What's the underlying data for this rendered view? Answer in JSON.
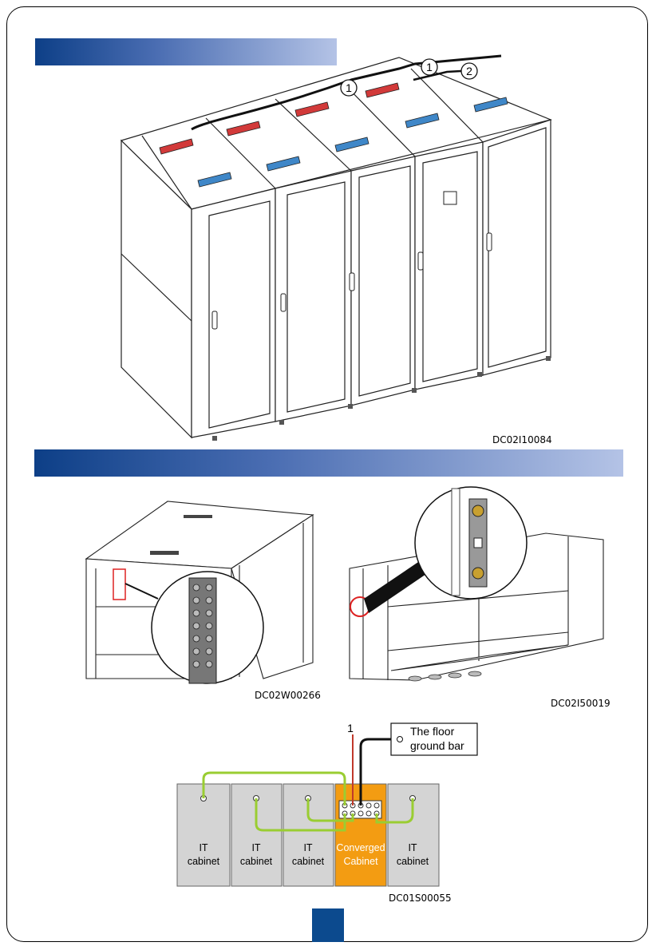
{
  "figures": {
    "top": {
      "code": "DC02I10084",
      "callouts": [
        "1",
        "1",
        "2"
      ]
    },
    "left": {
      "code": "DC02W00266"
    },
    "right": {
      "code": "DC02I50019"
    },
    "bottom": {
      "code": "DC01S00055",
      "callout": "1",
      "ground_bar_label_line1": "The floor",
      "ground_bar_label_line2": "ground bar",
      "cabinets": [
        {
          "line1": "IT",
          "line2": "cabinet"
        },
        {
          "line1": "IT",
          "line2": "cabinet"
        },
        {
          "line1": "IT",
          "line2": "cabinet"
        },
        {
          "line1": "Converged",
          "line2": "Cabinet"
        },
        {
          "line1": "IT",
          "line2": "cabinet"
        }
      ]
    }
  },
  "colors": {
    "banner_start": "#0d3f87",
    "banner_end": "#b4c3e6",
    "converged_cabinet": "#f39c12",
    "it_cabinet": "#d4d4d4",
    "ground_cable": "#9acd32",
    "callout_cable": "#c0392b",
    "page_marker": "#0c4a8e"
  }
}
